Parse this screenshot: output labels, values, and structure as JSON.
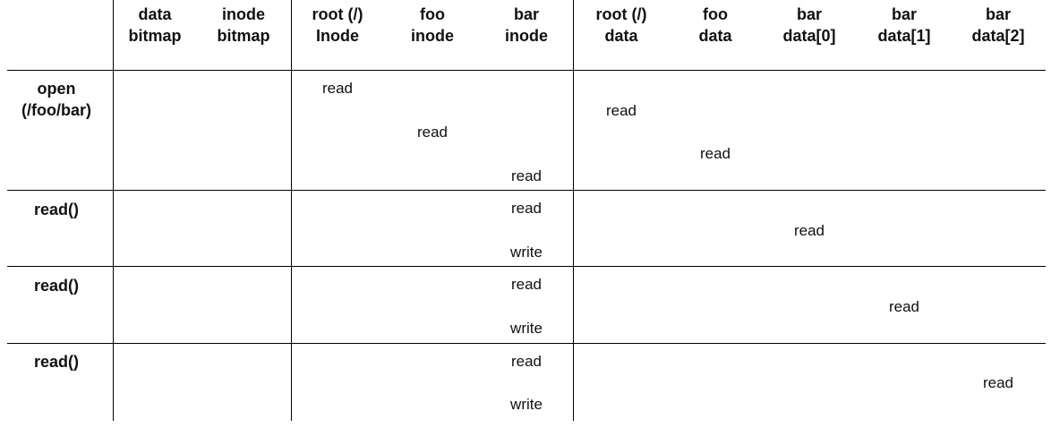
{
  "headers": [
    {
      "line1": "data",
      "line2": "bitmap"
    },
    {
      "line1": "inode",
      "line2": "bitmap"
    },
    {
      "line1": "root (/)",
      "line2": "Inode"
    },
    {
      "line1": "foo",
      "line2": "inode"
    },
    {
      "line1": "bar",
      "line2": "inode"
    },
    {
      "line1": "root (/)",
      "line2": "data"
    },
    {
      "line1": "foo",
      "line2": "data"
    },
    {
      "line1": "bar",
      "line2": "data[0]"
    },
    {
      "line1": "bar",
      "line2": "data[1]"
    },
    {
      "line1": "bar",
      "line2": "data[2]"
    }
  ],
  "rows": [
    {
      "label1": "open",
      "label2": "(/foo/bar)"
    },
    {
      "label1": "read()",
      "label2": ""
    },
    {
      "label1": "read()",
      "label2": ""
    },
    {
      "label1": "read()",
      "label2": ""
    }
  ],
  "ops": {
    "r0_root_inode": "read",
    "r0_foo_inode": "read",
    "r0_bar_inode": "read",
    "r0_root_data": "read",
    "r0_foo_data": "read",
    "r1_bar_inode_read": "read",
    "r1_bar_inode_write": "write",
    "r1_bar_data0": "read",
    "r2_bar_inode_read": "read",
    "r2_bar_inode_write": "write",
    "r2_bar_data1": "read",
    "r3_bar_inode_read": "read",
    "r3_bar_inode_write": "write",
    "r3_bar_data2": "read"
  }
}
